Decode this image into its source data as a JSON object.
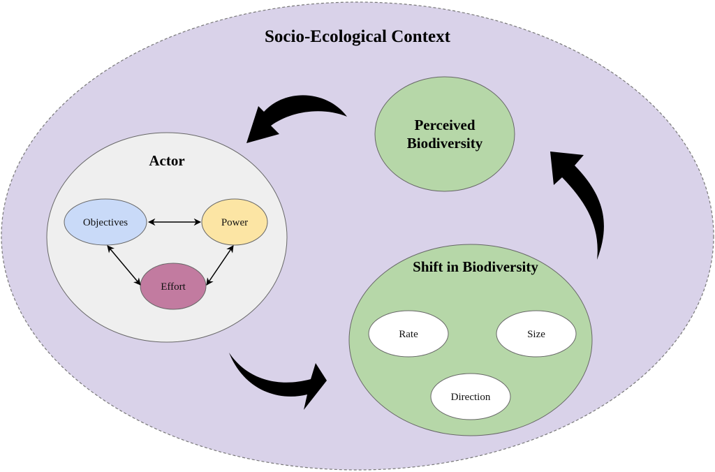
{
  "diagram": {
    "title": "Socio-Ecological Context",
    "colors": {
      "context_fill": "#d9d2e9",
      "actor_fill": "#efefef",
      "objectives_fill": "#c9daf8",
      "power_fill": "#fce5a4",
      "effort_fill": "#c27ba0",
      "biodiversity_fill": "#b6d7a8",
      "inner_fill": "#ffffff",
      "arrow_fill": "#000000"
    },
    "actor": {
      "title": "Actor",
      "objectives": "Objectives",
      "power": "Power",
      "effort": "Effort"
    },
    "perceived": {
      "line1": "Perceived",
      "line2": "Biodiversity"
    },
    "shift": {
      "title": "Shift in Biodiversity",
      "rate": "Rate",
      "size": "Size",
      "direction": "Direction"
    },
    "cycle": [
      "Actor -> Shift in Biodiversity",
      "Shift in Biodiversity -> Perceived Biodiversity",
      "Perceived Biodiversity -> Actor"
    ]
  }
}
